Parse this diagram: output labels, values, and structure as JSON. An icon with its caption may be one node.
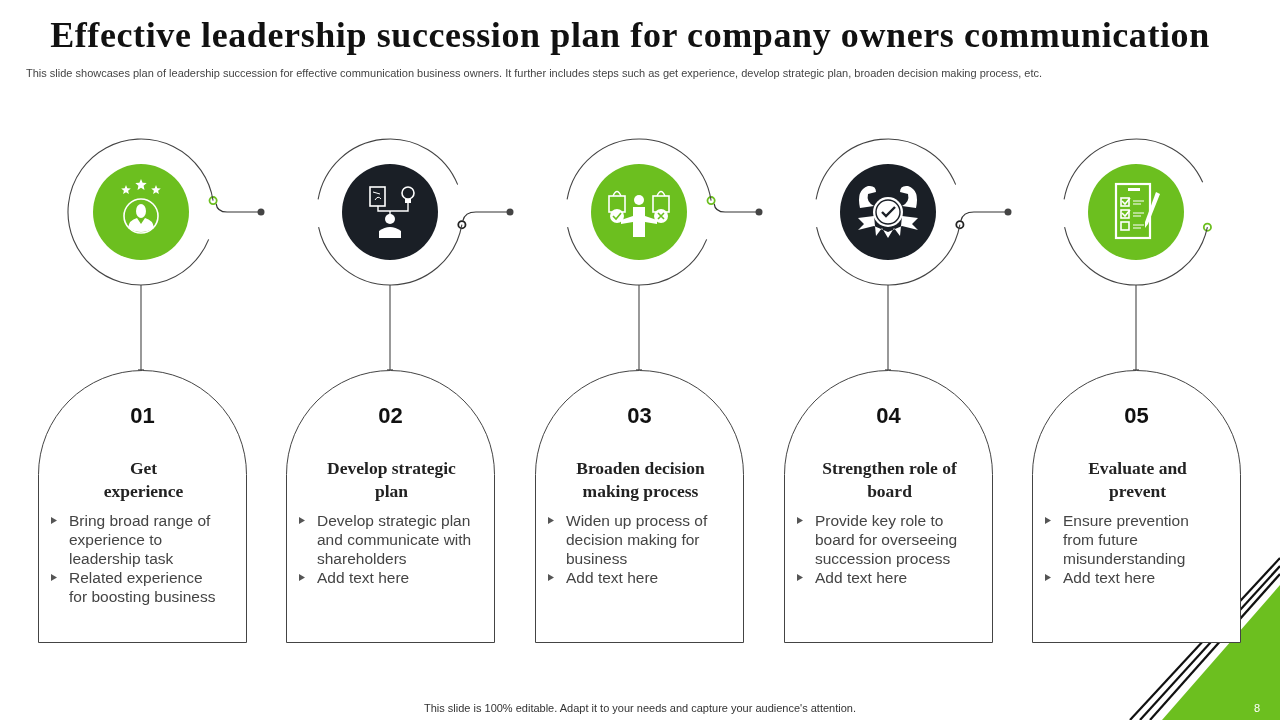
{
  "diagram": {
    "title": "Effective leadership succession plan for company owners communication",
    "nodes": [
      {
        "text": [],
        "shape": "circle"
      },
      {
        "text": [],
        "shape": "circle"
      },
      {
        "text": [],
        "shape": "circle"
      },
      {
        "text": [],
        "shape": "circle"
      },
      {
        "text": [],
        "shape": "circle"
      },
      {
        "text": [
          "01",
          "Get experience",
          "Bring broad range of experience to leadership task",
          "Related experience for boosting business"
        ]
      },
      {
        "text": [
          "02",
          "Develop strategic plan",
          "Develop strategic plan and communicate with shareholders",
          "Add text here"
        ]
      },
      {
        "text": [
          "03",
          "Broaden decision making process",
          "Widen up process of decision making for business",
          "Add text here"
        ]
      },
      {
        "text": [
          "04",
          "Strengthen role of board",
          "Provide key role to board for overseeing succession process",
          "Add text here"
        ]
      },
      {
        "text": [
          "05",
          "Evaluate and prevent",
          "Ensure prevention from future misunderstanding",
          "Add text here"
        ]
      }
    ],
    "edges": [
      {
        "from": 0,
        "to": 5,
        "arrow": "other"
      },
      {
        "from": 1,
        "to": 6,
        "arrow": "other"
      },
      {
        "from": 2,
        "to": 7,
        "arrow": "other"
      },
      {
        "from": 3,
        "to": 8,
        "arrow": "other"
      },
      {
        "from": 4,
        "to": 9,
        "arrow": "other"
      }
    ],
    "labels": [
      "This slide showcases plan of leadership succession for effective  communication business owners. It further includes steps such as get experience, develop strategic plan, broaden decision making process, etc.",
      "This slide is 100% editable. Adapt it to your needs and capture your audience's attention.",
      "8"
    ]
  }
}
